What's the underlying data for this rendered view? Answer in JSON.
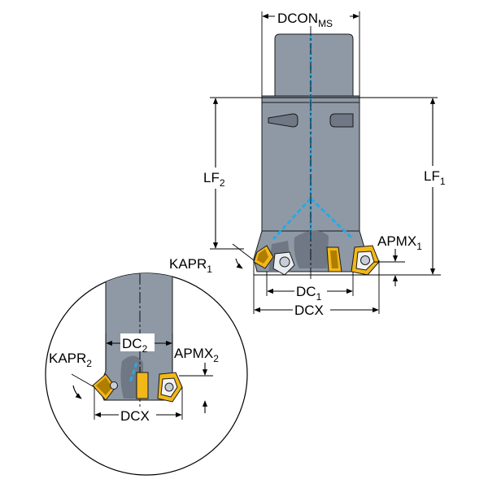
{
  "colors": {
    "tool_body": "#8f99a6",
    "tool_body_dark": "#6f7884",
    "coolant": "#2aa8e0",
    "insert": "#f2b818",
    "insert_dark": "#b07d00",
    "screw": "#c8ced6",
    "line": "#000000"
  },
  "labels": {
    "dcon": {
      "main": "DCON",
      "sub": "MS"
    },
    "lf1": {
      "main": "LF",
      "sub": "1"
    },
    "lf2": {
      "main": "LF",
      "sub": "2"
    },
    "kapr1": {
      "main": "KAPR",
      "sub": "1"
    },
    "apmx1": {
      "main": "APMX",
      "sub": "1"
    },
    "dc1": {
      "main": "DC",
      "sub": "1"
    },
    "dcx_main": "DCX",
    "dc2": {
      "main": "DC",
      "sub": "2"
    },
    "kapr2": {
      "main": "KAPR",
      "sub": "2"
    },
    "apmx2": {
      "main": "APMX",
      "sub": "2"
    },
    "dcx_detail": "DCX"
  }
}
